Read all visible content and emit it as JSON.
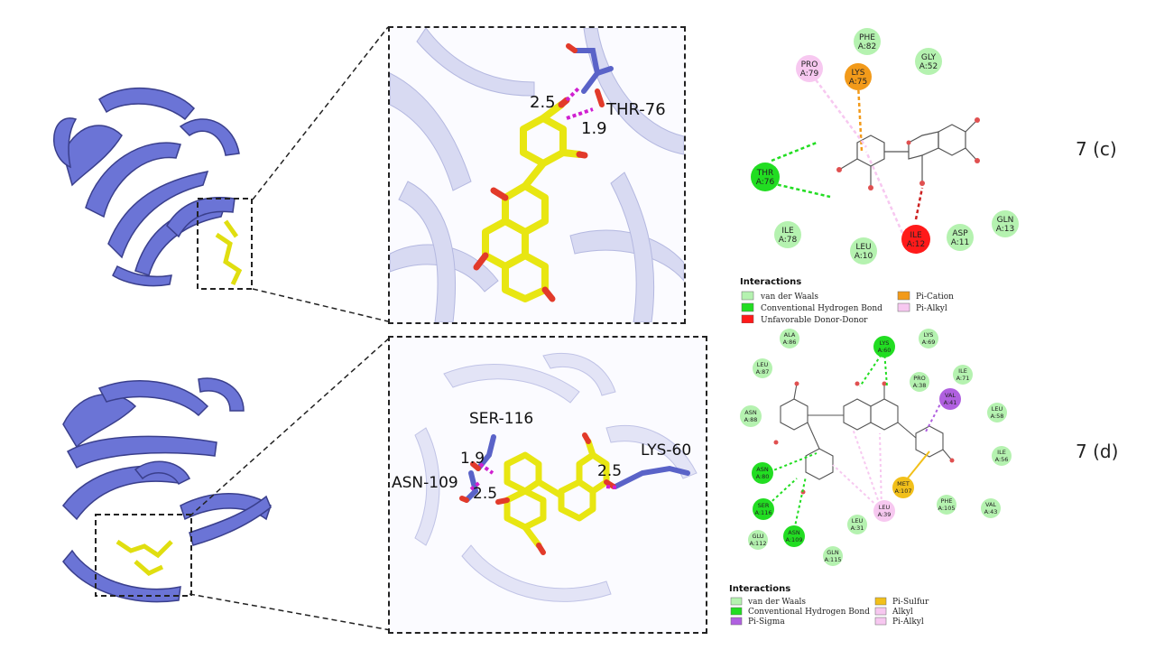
{
  "panel_c": {
    "label": "7 (c)",
    "zoom_labels": {
      "residue": "THR-76",
      "dist1": "2.5",
      "dist2": "1.9"
    },
    "residues": [
      {
        "name": "PHE",
        "num": "A:82",
        "type": "vdw"
      },
      {
        "name": "GLY",
        "num": "A:52",
        "type": "vdw"
      },
      {
        "name": "PRO",
        "num": "A:79",
        "type": "pialkyl"
      },
      {
        "name": "LYS",
        "num": "A:75",
        "type": "pication"
      },
      {
        "name": "THR",
        "num": "A:76",
        "type": "hbond"
      },
      {
        "name": "ILE",
        "num": "A:78",
        "type": "vdw"
      },
      {
        "name": "LEU",
        "num": "A:10",
        "type": "vdw"
      },
      {
        "name": "ILE",
        "num": "A:12",
        "type": "unfav"
      },
      {
        "name": "ASP",
        "num": "A:11",
        "type": "vdw"
      },
      {
        "name": "GLN",
        "num": "A:13",
        "type": "vdw"
      }
    ],
    "legend": {
      "title": "Interactions",
      "items": [
        {
          "label": "van der Waals",
          "color": "#b5f2b0"
        },
        {
          "label": "Pi-Cation",
          "color": "#f29a1a"
        },
        {
          "label": "Conventional Hydrogen Bond",
          "color": "#22dd22"
        },
        {
          "label": "Pi-Alkyl",
          "color": "#f7c8f0"
        },
        {
          "label": "Unfavorable Donor-Donor",
          "color": "#ff1a1a"
        }
      ]
    }
  },
  "panel_d": {
    "label": "7 (d)",
    "zoom_labels": {
      "res1": "SER-116",
      "res2": "ASN-109",
      "res3": "LYS-60",
      "dist1": "1.9",
      "dist2": "2.5",
      "dist3": "2.5"
    },
    "residues": [
      {
        "name": "ALA",
        "num": "A:86",
        "type": "vdw"
      },
      {
        "name": "LYS",
        "num": "A:60",
        "type": "hbond"
      },
      {
        "name": "LYS",
        "num": "A:69",
        "type": "vdw"
      },
      {
        "name": "LEU",
        "num": "A:87",
        "type": "vdw"
      },
      {
        "name": "PRO",
        "num": "A:38",
        "type": "vdw"
      },
      {
        "name": "ILE",
        "num": "A:71",
        "type": "vdw"
      },
      {
        "name": "VAL",
        "num": "A:41",
        "type": "pisigma"
      },
      {
        "name": "ASN",
        "num": "A:88",
        "type": "vdw"
      },
      {
        "name": "LEU",
        "num": "A:58",
        "type": "vdw"
      },
      {
        "name": "ILE",
        "num": "A:56",
        "type": "vdw"
      },
      {
        "name": "ASN",
        "num": "A:80",
        "type": "hbond"
      },
      {
        "name": "MET",
        "num": "A:107",
        "type": "pisulfur"
      },
      {
        "name": "SER",
        "num": "A:116",
        "type": "hbond"
      },
      {
        "name": "LEU",
        "num": "A:39",
        "type": "pialkyl"
      },
      {
        "name": "PHE",
        "num": "A:105",
        "type": "vdw"
      },
      {
        "name": "VAL",
        "num": "A:43",
        "type": "vdw"
      },
      {
        "name": "LEU",
        "num": "A:31",
        "type": "vdw"
      },
      {
        "name": "ASN",
        "num": "A:109",
        "type": "hbond"
      },
      {
        "name": "GLU",
        "num": "A:112",
        "type": "vdw"
      },
      {
        "name": "GLN",
        "num": "A:115",
        "type": "vdw"
      }
    ],
    "legend": {
      "title": "Interactions",
      "items": [
        {
          "label": "van der Waals",
          "color": "#b5f2b0"
        },
        {
          "label": "Pi-Sulfur",
          "color": "#f2c01a"
        },
        {
          "label": "Conventional Hydrogen Bond",
          "color": "#22dd22"
        },
        {
          "label": "Alkyl",
          "color": "#f7c8f0"
        },
        {
          "label": "Pi-Sigma",
          "color": "#b060e0"
        },
        {
          "label": "Pi-Alkyl",
          "color": "#f7c8f0"
        }
      ]
    }
  },
  "colors": {
    "protein": "#6b74d6",
    "ligand": "#f0ee1a",
    "oxygen": "#e23a2a",
    "hbond_dash": "#d020d0",
    "vdw": "#b5f2b0",
    "hbond": "#22dd22",
    "pication": "#f29a1a",
    "pialkyl": "#f7c8f0",
    "unfav": "#ff1a1a",
    "pisigma": "#b060e0",
    "pisulfur": "#f2c01a"
  }
}
